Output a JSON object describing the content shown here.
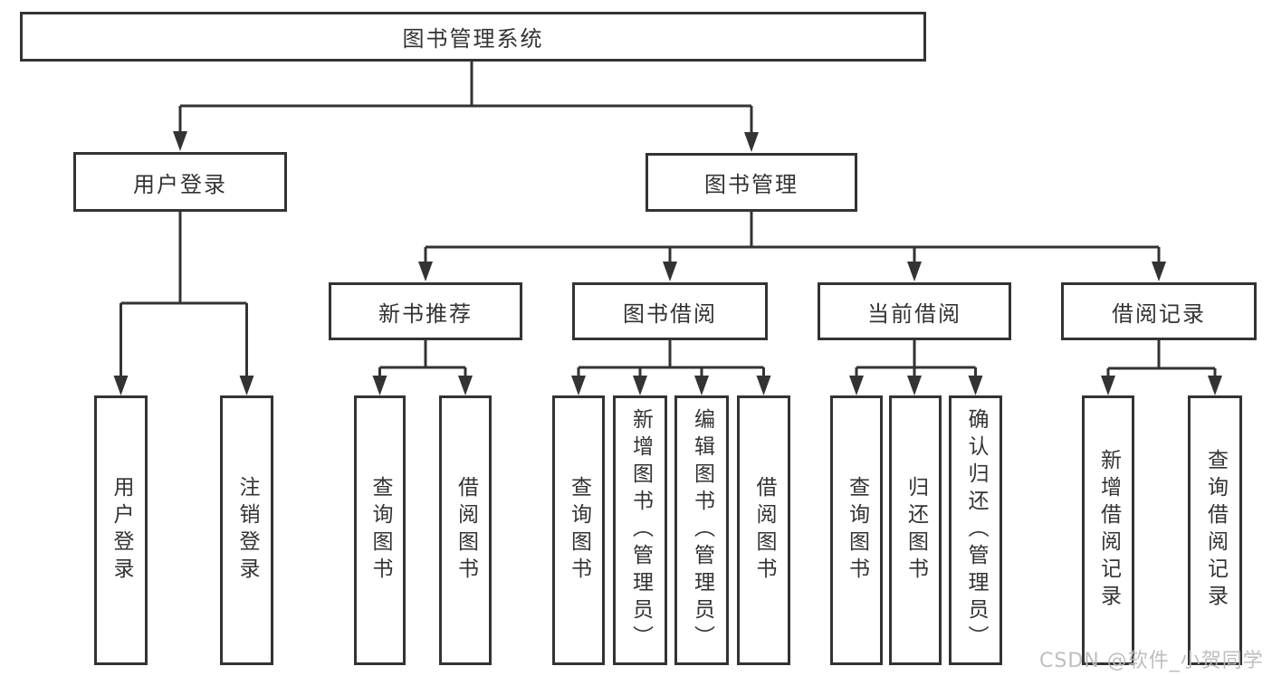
{
  "colors": {
    "line": "#333333",
    "box_border": "#333333",
    "text": "#333333",
    "watermark": "#bbbbbb",
    "background": "#ffffff"
  },
  "watermark": {
    "text": "CSDN @软件_小贺同学"
  },
  "tree": {
    "root": {
      "label": "图书管理系统",
      "children": [
        {
          "label": "用户登录",
          "children": [
            {
              "label": "用户登录"
            },
            {
              "label": "注销登录"
            }
          ]
        },
        {
          "label": "图书管理",
          "children": [
            {
              "label": "新书推荐",
              "children": [
                {
                  "label": "查询图书"
                },
                {
                  "label": "借阅图书"
                }
              ]
            },
            {
              "label": "图书借阅",
              "children": [
                {
                  "label": "查询图书"
                },
                {
                  "label": "新增图书（管理员）"
                },
                {
                  "label": "编辑图书（管理员）"
                },
                {
                  "label": "借阅图书"
                }
              ]
            },
            {
              "label": "当前借阅",
              "children": [
                {
                  "label": "查询图书"
                },
                {
                  "label": "归还图书"
                },
                {
                  "label": "确认归还（管理员）"
                }
              ]
            },
            {
              "label": "借阅记录",
              "children": [
                {
                  "label": "新增借阅记录"
                },
                {
                  "label": "查询借阅记录"
                }
              ]
            }
          ]
        }
      ]
    }
  }
}
